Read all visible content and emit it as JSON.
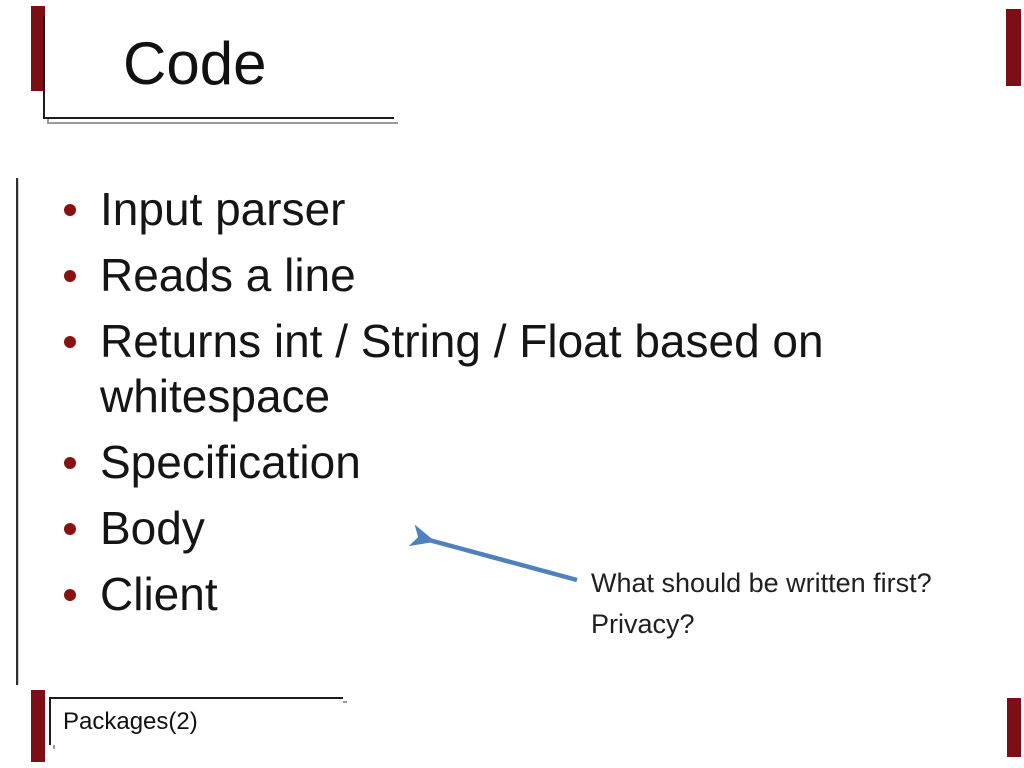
{
  "slide": {
    "title": "Code",
    "bullets": [
      "Input parser",
      "Reads a line",
      "Returns int / String / Float based on whitespace",
      "Specification",
      "Body",
      "Client"
    ],
    "annotation": {
      "line1": "What should be written first?",
      "line2": "Privacy?"
    },
    "footer": "Packages(2)",
    "colors": {
      "bullet": "#8b1111",
      "arrow": "#4f81bd",
      "corner_bar": "#7c0f16",
      "border": "#1c1c1c"
    }
  }
}
